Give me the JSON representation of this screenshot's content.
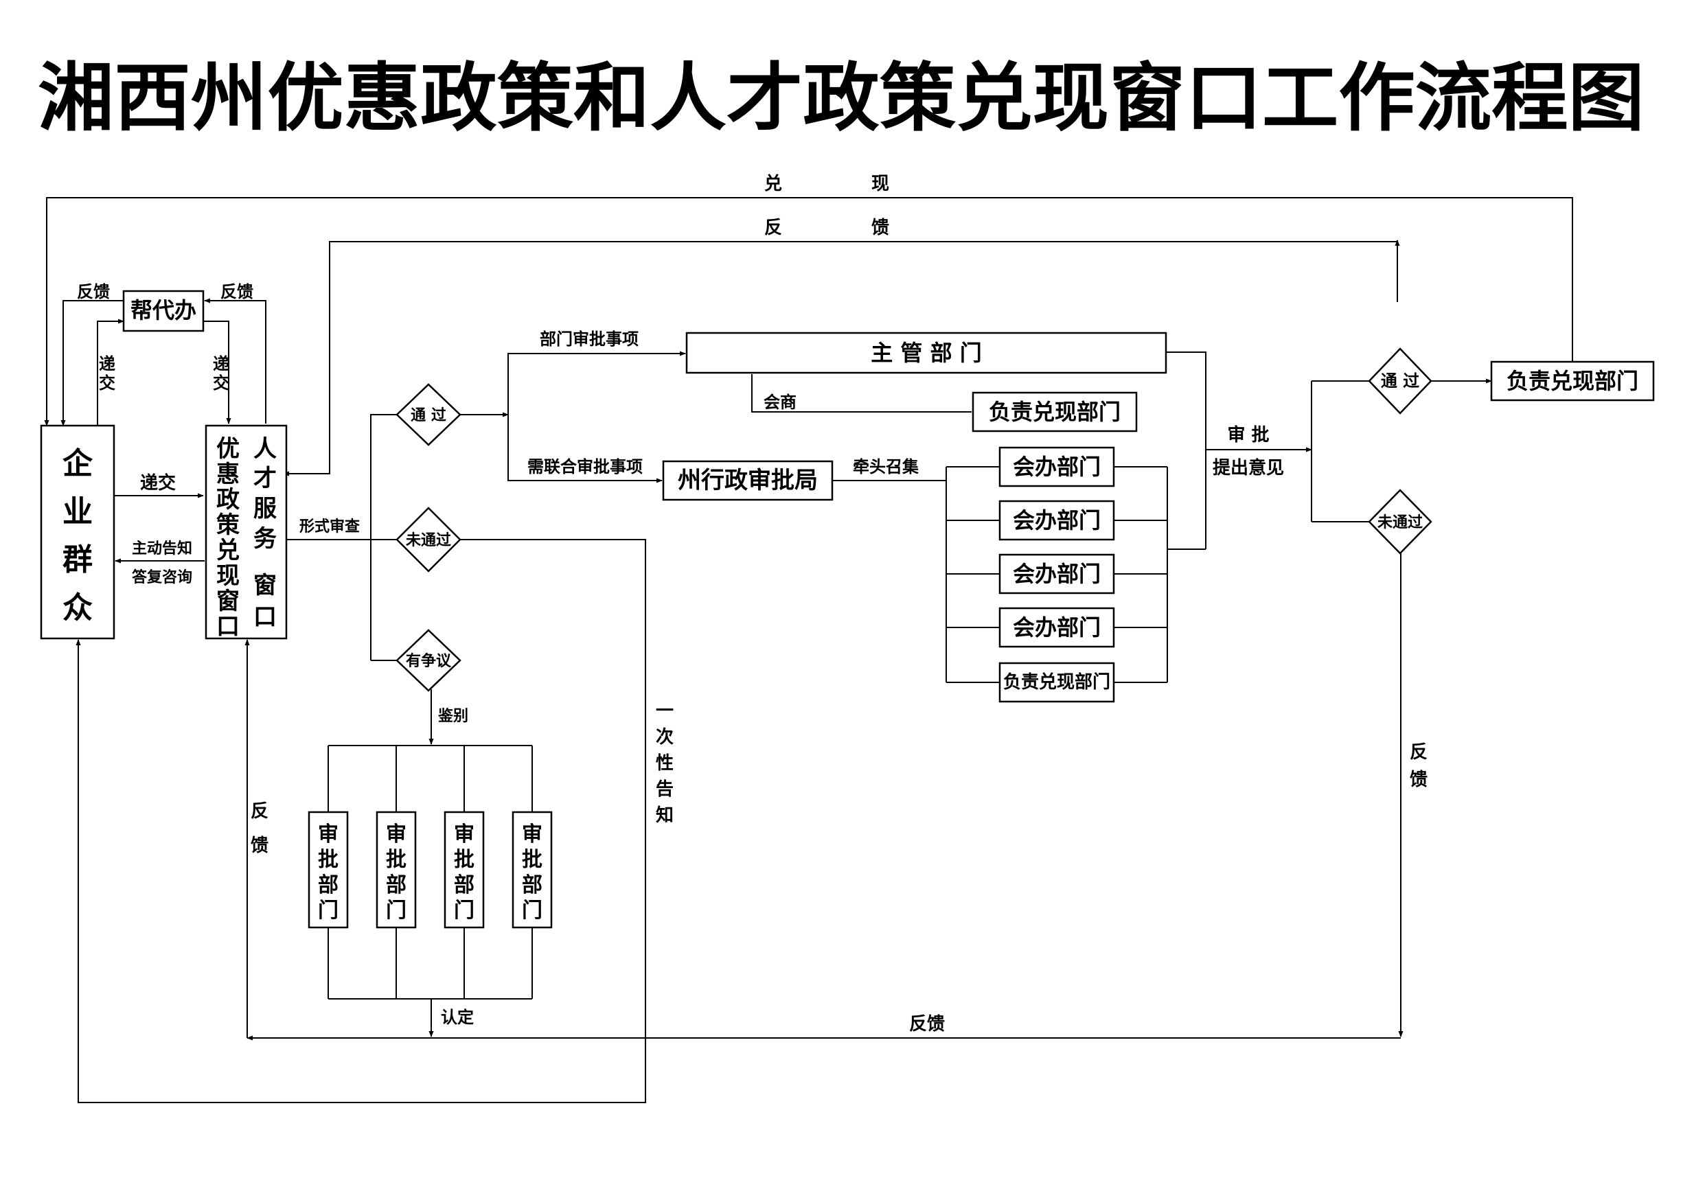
{
  "title": "湘西州优惠政策和人才政策兑现窗口工作流程图",
  "labels": {
    "dui": "兑",
    "xian": "现",
    "fan": "反",
    "kui": "馈",
    "fankui": "反馈",
    "dijiao": "递交",
    "bangdaiban": "帮代办",
    "qiye_qunzhong": "企业群众",
    "youhui_window": "优惠政策兑现窗口",
    "rencai_window": "人才服务窗口",
    "zhudong_gaozhi": "主动告知",
    "dafu_zixun": "答复咨询",
    "xingshi_shencha": "形式审查",
    "tongguo": "通 过",
    "weitongguo": "未通过",
    "youzhengyi": "有争议",
    "jianbie": "鉴别",
    "shenpi_bumen": "审批部门",
    "rending": "认定",
    "yicixing_gaozhi": "一次性告知",
    "bumen_shenpi_shixiang": "部门审批事项",
    "zhuguan_bumen": "主 管 部 门",
    "huishang": "会商",
    "fuze_duixian_bumen": "负责兑现部门",
    "xulianhe_shixiang": "需联合审批事项",
    "zhou_xingzheng": "州行政审批局",
    "qiantou_zhaoji": "牵头召集",
    "huiban_bumen": "会办部门",
    "shenpi": "审 批",
    "tichu_yijian": "提出意见"
  }
}
